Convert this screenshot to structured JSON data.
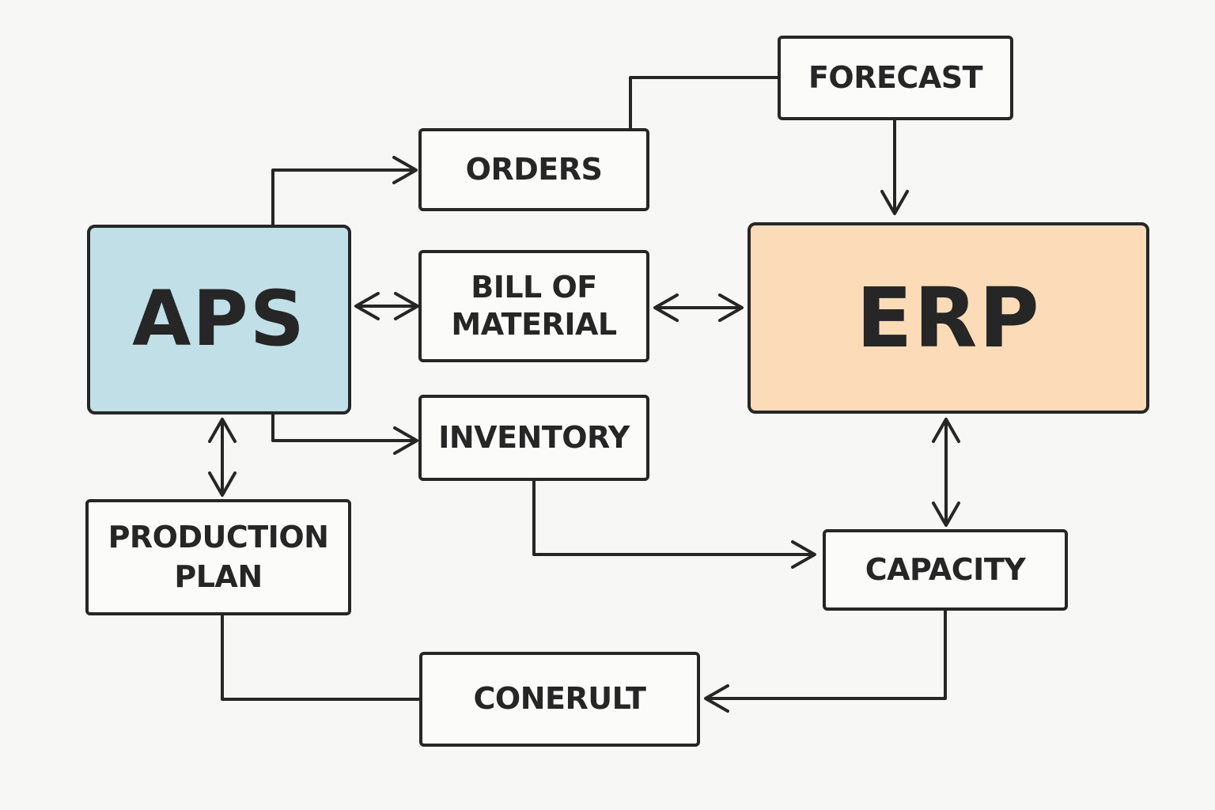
{
  "diagram": {
    "nodes": {
      "aps": {
        "label": "APS",
        "fill": "#c0dfe6"
      },
      "erp": {
        "label": "ERP",
        "fill": "#fcdcb8"
      },
      "forecast": {
        "label": "FORECAST"
      },
      "orders": {
        "label": "ORDERS"
      },
      "bom": {
        "label": "BILL OF\nMATERIAL"
      },
      "inventory": {
        "label": "INVENTORY"
      },
      "production_plan": {
        "label": "PRODUCTION\nPLAN"
      },
      "capacity": {
        "label": "CAPACITY"
      },
      "conerult": {
        "label": "CONERULT"
      }
    },
    "edges": [
      {
        "from": "aps",
        "to": "orders",
        "direction": "forward"
      },
      {
        "from": "forecast",
        "to": "orders",
        "direction": "none"
      },
      {
        "from": "forecast",
        "to": "erp",
        "direction": "forward"
      },
      {
        "from": "aps",
        "to": "bom",
        "direction": "both"
      },
      {
        "from": "bom",
        "to": "erp",
        "direction": "both"
      },
      {
        "from": "aps",
        "to": "inventory",
        "direction": "forward"
      },
      {
        "from": "aps",
        "to": "production_plan",
        "direction": "both"
      },
      {
        "from": "inventory",
        "to": "capacity",
        "direction": "forward"
      },
      {
        "from": "erp",
        "to": "capacity",
        "direction": "both"
      },
      {
        "from": "capacity",
        "to": "conerult",
        "direction": "forward"
      },
      {
        "from": "production_plan",
        "to": "conerult",
        "direction": "none"
      }
    ],
    "colors": {
      "stroke": "#262626",
      "background": "#f7f7f5"
    }
  }
}
